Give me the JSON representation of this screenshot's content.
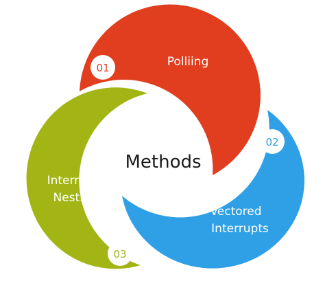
{
  "center": {
    "label": "Methods"
  },
  "segments": [
    {
      "number": "01",
      "label": "Polliing",
      "color": "#e03e1f"
    },
    {
      "number": "02",
      "label_line1": "Vectored",
      "label_line2": "Interrupts",
      "color": "#2fa0e6"
    },
    {
      "number": "03",
      "label_line1": "Interrupt",
      "label_line2": "Nesting",
      "color": "#a2b514"
    }
  ]
}
